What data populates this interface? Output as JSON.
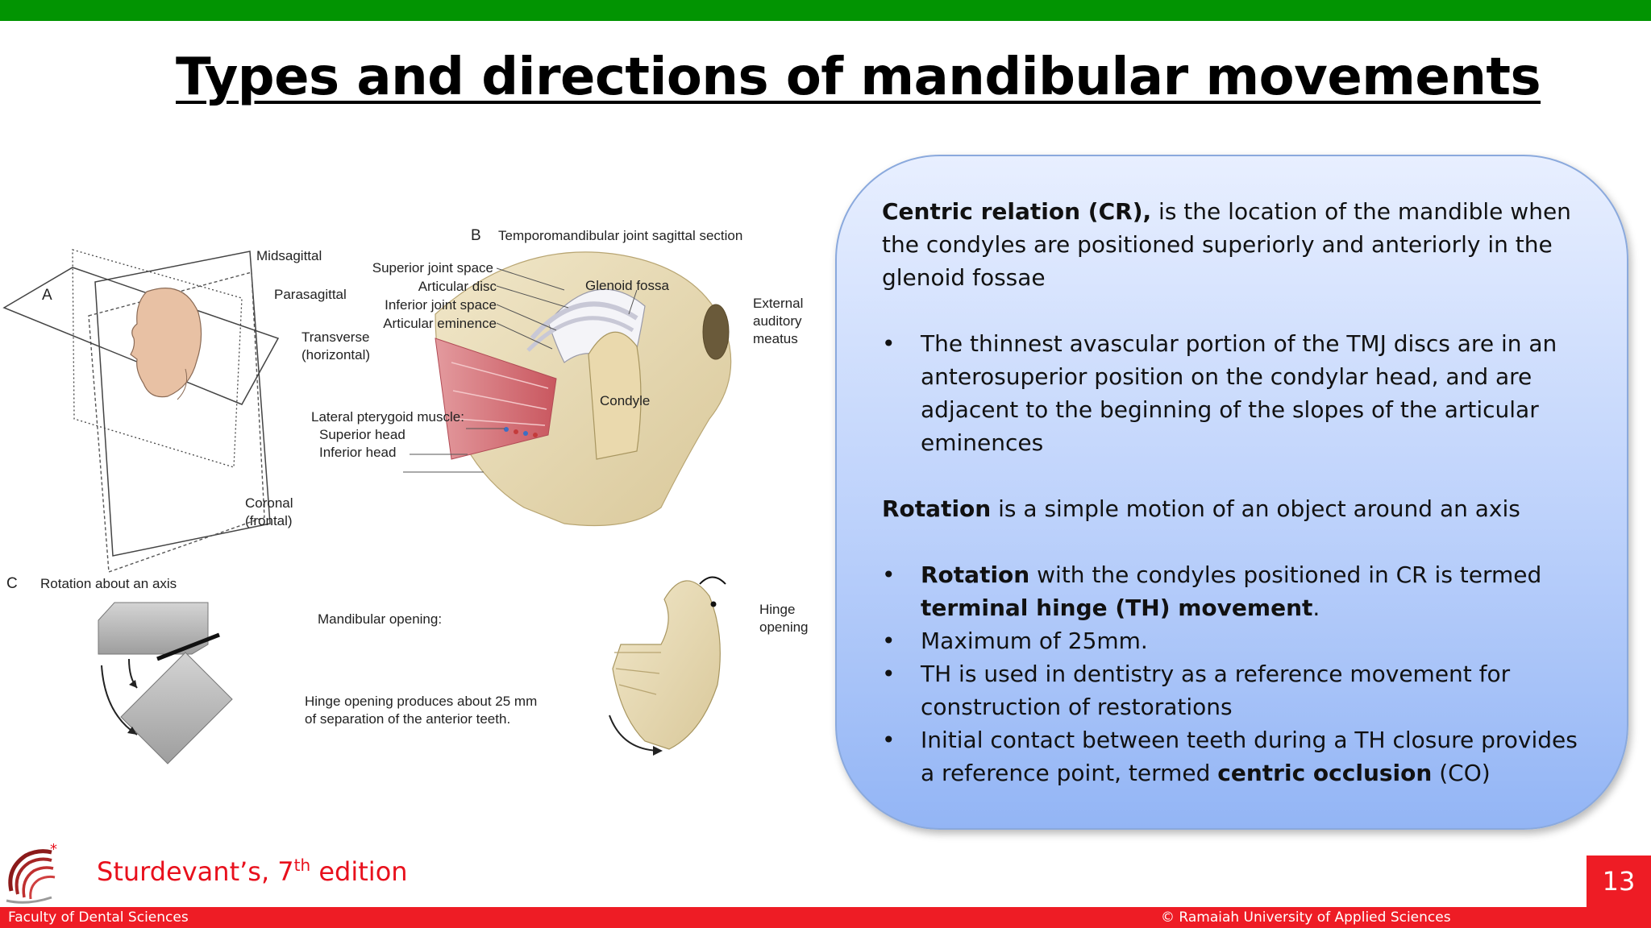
{
  "header": {
    "bar_color": "#029402"
  },
  "slide": {
    "title": "Types and directions of mandibular movements",
    "page_number": "13"
  },
  "figure": {
    "panel_a": {
      "letter": "A",
      "labels": {
        "midsagittal": "Midsagittal",
        "parasagittal": "Parasagittal",
        "transverse_1": "Transverse",
        "transverse_2": "(horizontal)",
        "coronal_1": "Coronal",
        "coronal_2": "(frontal)"
      }
    },
    "panel_b": {
      "letter": "B",
      "title": "Temporomandibular joint sagittal section",
      "labels": {
        "superior_joint_space": "Superior joint space",
        "articular_disc": "Articular disc",
        "inferior_joint_space": "Inferior joint space",
        "articular_eminence": "Articular eminence",
        "glenoid_fossa": "Glenoid fossa",
        "ext_1": "External",
        "ext_2": "auditory",
        "ext_3": "meatus",
        "condyle": "Condyle",
        "lateral_pterygoid": "Lateral pterygoid muscle:",
        "superior_head": "Superior head",
        "inferior_head": "Inferior head"
      }
    },
    "panel_c": {
      "letter": "C",
      "title": "Rotation about an axis",
      "mandibular_opening": "Mandibular opening:",
      "hinge_1": "Hinge",
      "hinge_2": "opening",
      "note_1": "Hinge opening produces about 25 mm",
      "note_2": "of separation of the anterior teeth."
    }
  },
  "infobox": {
    "cr_bold": "Centric relation (CR),",
    "cr_rest": " is the location of the mandible when the condyles are positioned superiorly and anteriorly in the glenoid fossae",
    "bullet_disc": "The thinnest avascular portion of the TMJ discs are in an anterosuperior position on the condylar head, and are adjacent to the beginning of the slopes of the articular eminences",
    "rotation_bold": "Rotation",
    "rotation_rest": " is a simple motion of an object around an axis",
    "b1_bold": "Rotation",
    "b1_mid": " with the condyles positioned in CR is termed ",
    "b1_bold2": "terminal hinge (TH) movement",
    "b1_end": ".",
    "b2": "Maximum of 25mm.",
    "b3": "TH is used in dentistry as a reference movement for construction of restorations",
    "b4_start": " Initial contact between teeth during a TH closure provides a reference point, termed ",
    "b4_bold": "centric occlusion",
    "b4_end": " (CO)"
  },
  "citation": {
    "text": "Sturdevant’s, 7",
    "sup": "th",
    "rest": " edition"
  },
  "footer": {
    "left": "Faculty of Dental Sciences",
    "right": "© Ramaiah University of Applied Sciences",
    "bar_color": "#ee1c25"
  }
}
